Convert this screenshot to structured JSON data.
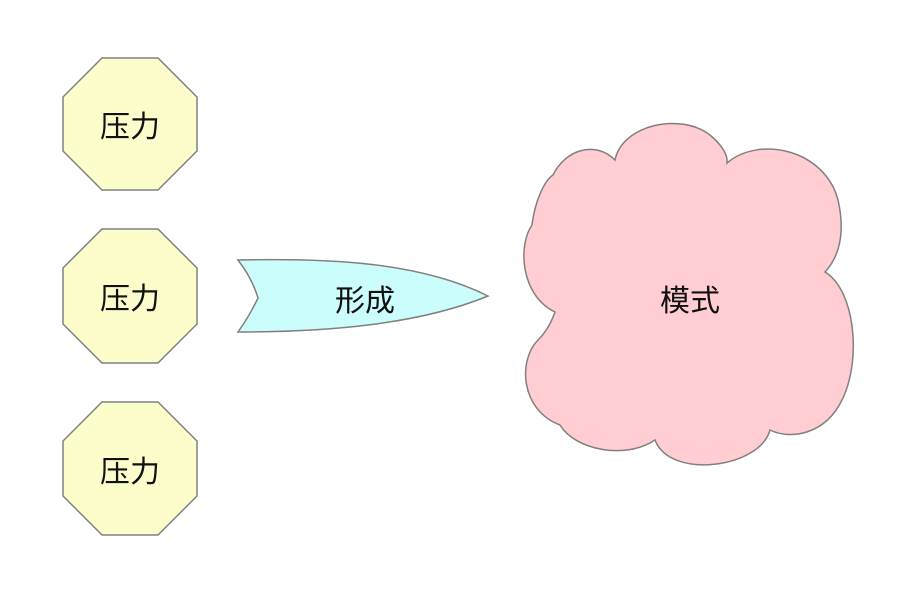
{
  "diagram": {
    "forces": [
      {
        "label": "压力"
      },
      {
        "label": "压力"
      },
      {
        "label": "压力"
      }
    ],
    "arrow": {
      "label": "形成"
    },
    "result": {
      "label": "模式"
    },
    "colors": {
      "force_fill": "#fdfdcc",
      "arrow_fill": "#ccfdfd",
      "cloud_fill": "#ffcdd2",
      "stroke": "#808080"
    }
  }
}
